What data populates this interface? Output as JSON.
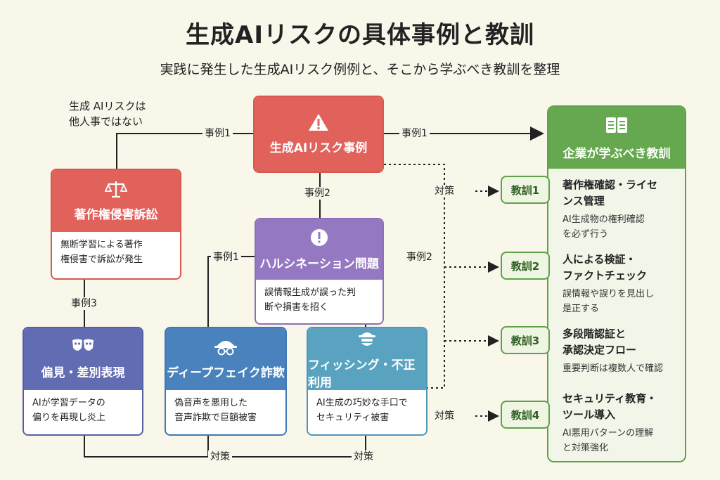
{
  "title": "生成AIリスクの具体事例と教訓",
  "subtitle": "実践に発生した生成AIリスク例例と、そこから学ぶべき教訓を整理",
  "note": [
    "生成 AIリスクは",
    "他人事ではない"
  ],
  "connector_labels": {
    "top_left": "事例1",
    "top_right": "事例1",
    "center": "事例2",
    "left_down": "事例3",
    "hallucination_left": "事例1",
    "hallucination_right": "事例2",
    "measure_upper": "対策",
    "measure_lower": "対策",
    "bottom_left": "対策",
    "bottom_right": "対策"
  },
  "main_box": {
    "icon": "warning-icon",
    "title": "生成AIリスク事例"
  },
  "cases": {
    "copyright": {
      "icon": "scales-icon",
      "title": "著作権侵害訴訟",
      "desc": [
        "無断学習による著作",
        "権侵害で訴訟が発生"
      ]
    },
    "hallucination": {
      "icon": "alert-icon",
      "title": "ハルシネーション問題",
      "desc": [
        "誤情報生成が誤った判",
        "断や損害を招く"
      ]
    },
    "bias": {
      "icon": "masks-icon",
      "title": "偏見・差別表現",
      "desc": [
        "AIが学習データの",
        "偏りを再現し炎上"
      ]
    },
    "deepfake": {
      "icon": "spy-icon",
      "title": "ディープフェイク詐欺",
      "desc": [
        "偽音声を悪用した",
        "音声詐欺で巨額被害"
      ]
    },
    "phishing": {
      "icon": "hacker-icon",
      "title": "フィッシング・不正利用",
      "desc": [
        "AI生成の巧妙な手口で",
        "セキュリティ被害"
      ]
    }
  },
  "lessons_panel": {
    "icon": "book-icon",
    "title": "企業が学ぶべき教訓"
  },
  "lessons": [
    {
      "tag": "教訓1",
      "title": [
        "著作権確認・ライセ",
        "ンス管理"
      ],
      "desc": [
        "AI生成物の権利確認",
        "を必ず行う"
      ]
    },
    {
      "tag": "教訓2",
      "title": [
        "人による検証・",
        "ファクトチェック"
      ],
      "desc": [
        "誤情報や誤りを見出し",
        "是正する"
      ]
    },
    {
      "tag": "教訓3",
      "title": [
        "多段階認証と",
        "承認決定フロー"
      ],
      "desc": [
        "重要判断は複数人で確認"
      ]
    },
    {
      "tag": "教訓4",
      "title": [
        "セキュリティ教育・",
        "ツール導入"
      ],
      "desc": [
        "AI悪用パターンの理解",
        "と対策強化"
      ]
    }
  ],
  "colors": {
    "background": "#f9f6ea",
    "red": "#e0625b",
    "purple": "#9479c2",
    "indigo": "#616cb3",
    "blue": "#4a82be",
    "teal": "#5aa3c0",
    "green": "#65a84f"
  }
}
